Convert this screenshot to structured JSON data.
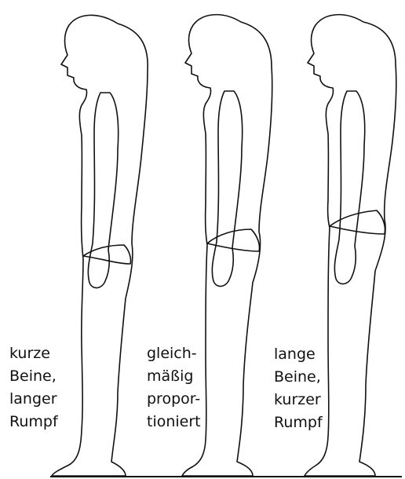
{
  "captions": [
    {
      "lines": [
        "kurze",
        "Beine,",
        "langer",
        "Rumpf"
      ]
    },
    {
      "lines": [
        "gleich-",
        "mäßig",
        "propor-",
        "tioniert"
      ]
    },
    {
      "lines": [
        "lange",
        "Beine,",
        "kurzer",
        "Rumpf"
      ]
    }
  ]
}
